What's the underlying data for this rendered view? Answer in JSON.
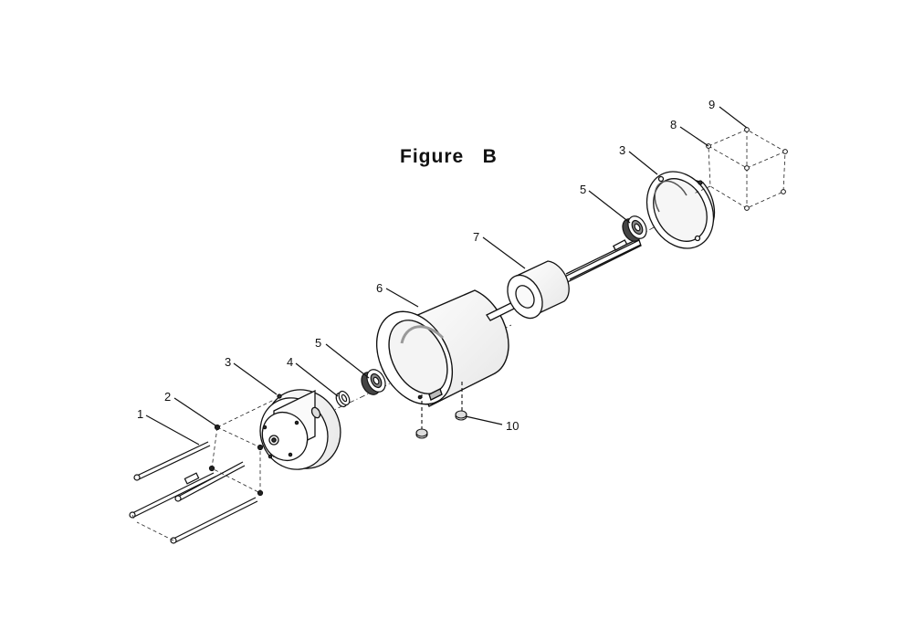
{
  "figure": {
    "title": "Figure   B"
  },
  "callouts": [
    {
      "id": "c1",
      "label": "1"
    },
    {
      "id": "c2",
      "label": "2"
    },
    {
      "id": "c3a",
      "label": "3"
    },
    {
      "id": "c4",
      "label": "4"
    },
    {
      "id": "c5a",
      "label": "5"
    },
    {
      "id": "c6",
      "label": "6"
    },
    {
      "id": "c7",
      "label": "7"
    },
    {
      "id": "c5b",
      "label": "5"
    },
    {
      "id": "c3b",
      "label": "3"
    },
    {
      "id": "c8",
      "label": "8"
    },
    {
      "id": "c9",
      "label": "9"
    },
    {
      "id": "c10",
      "label": "10"
    }
  ]
}
